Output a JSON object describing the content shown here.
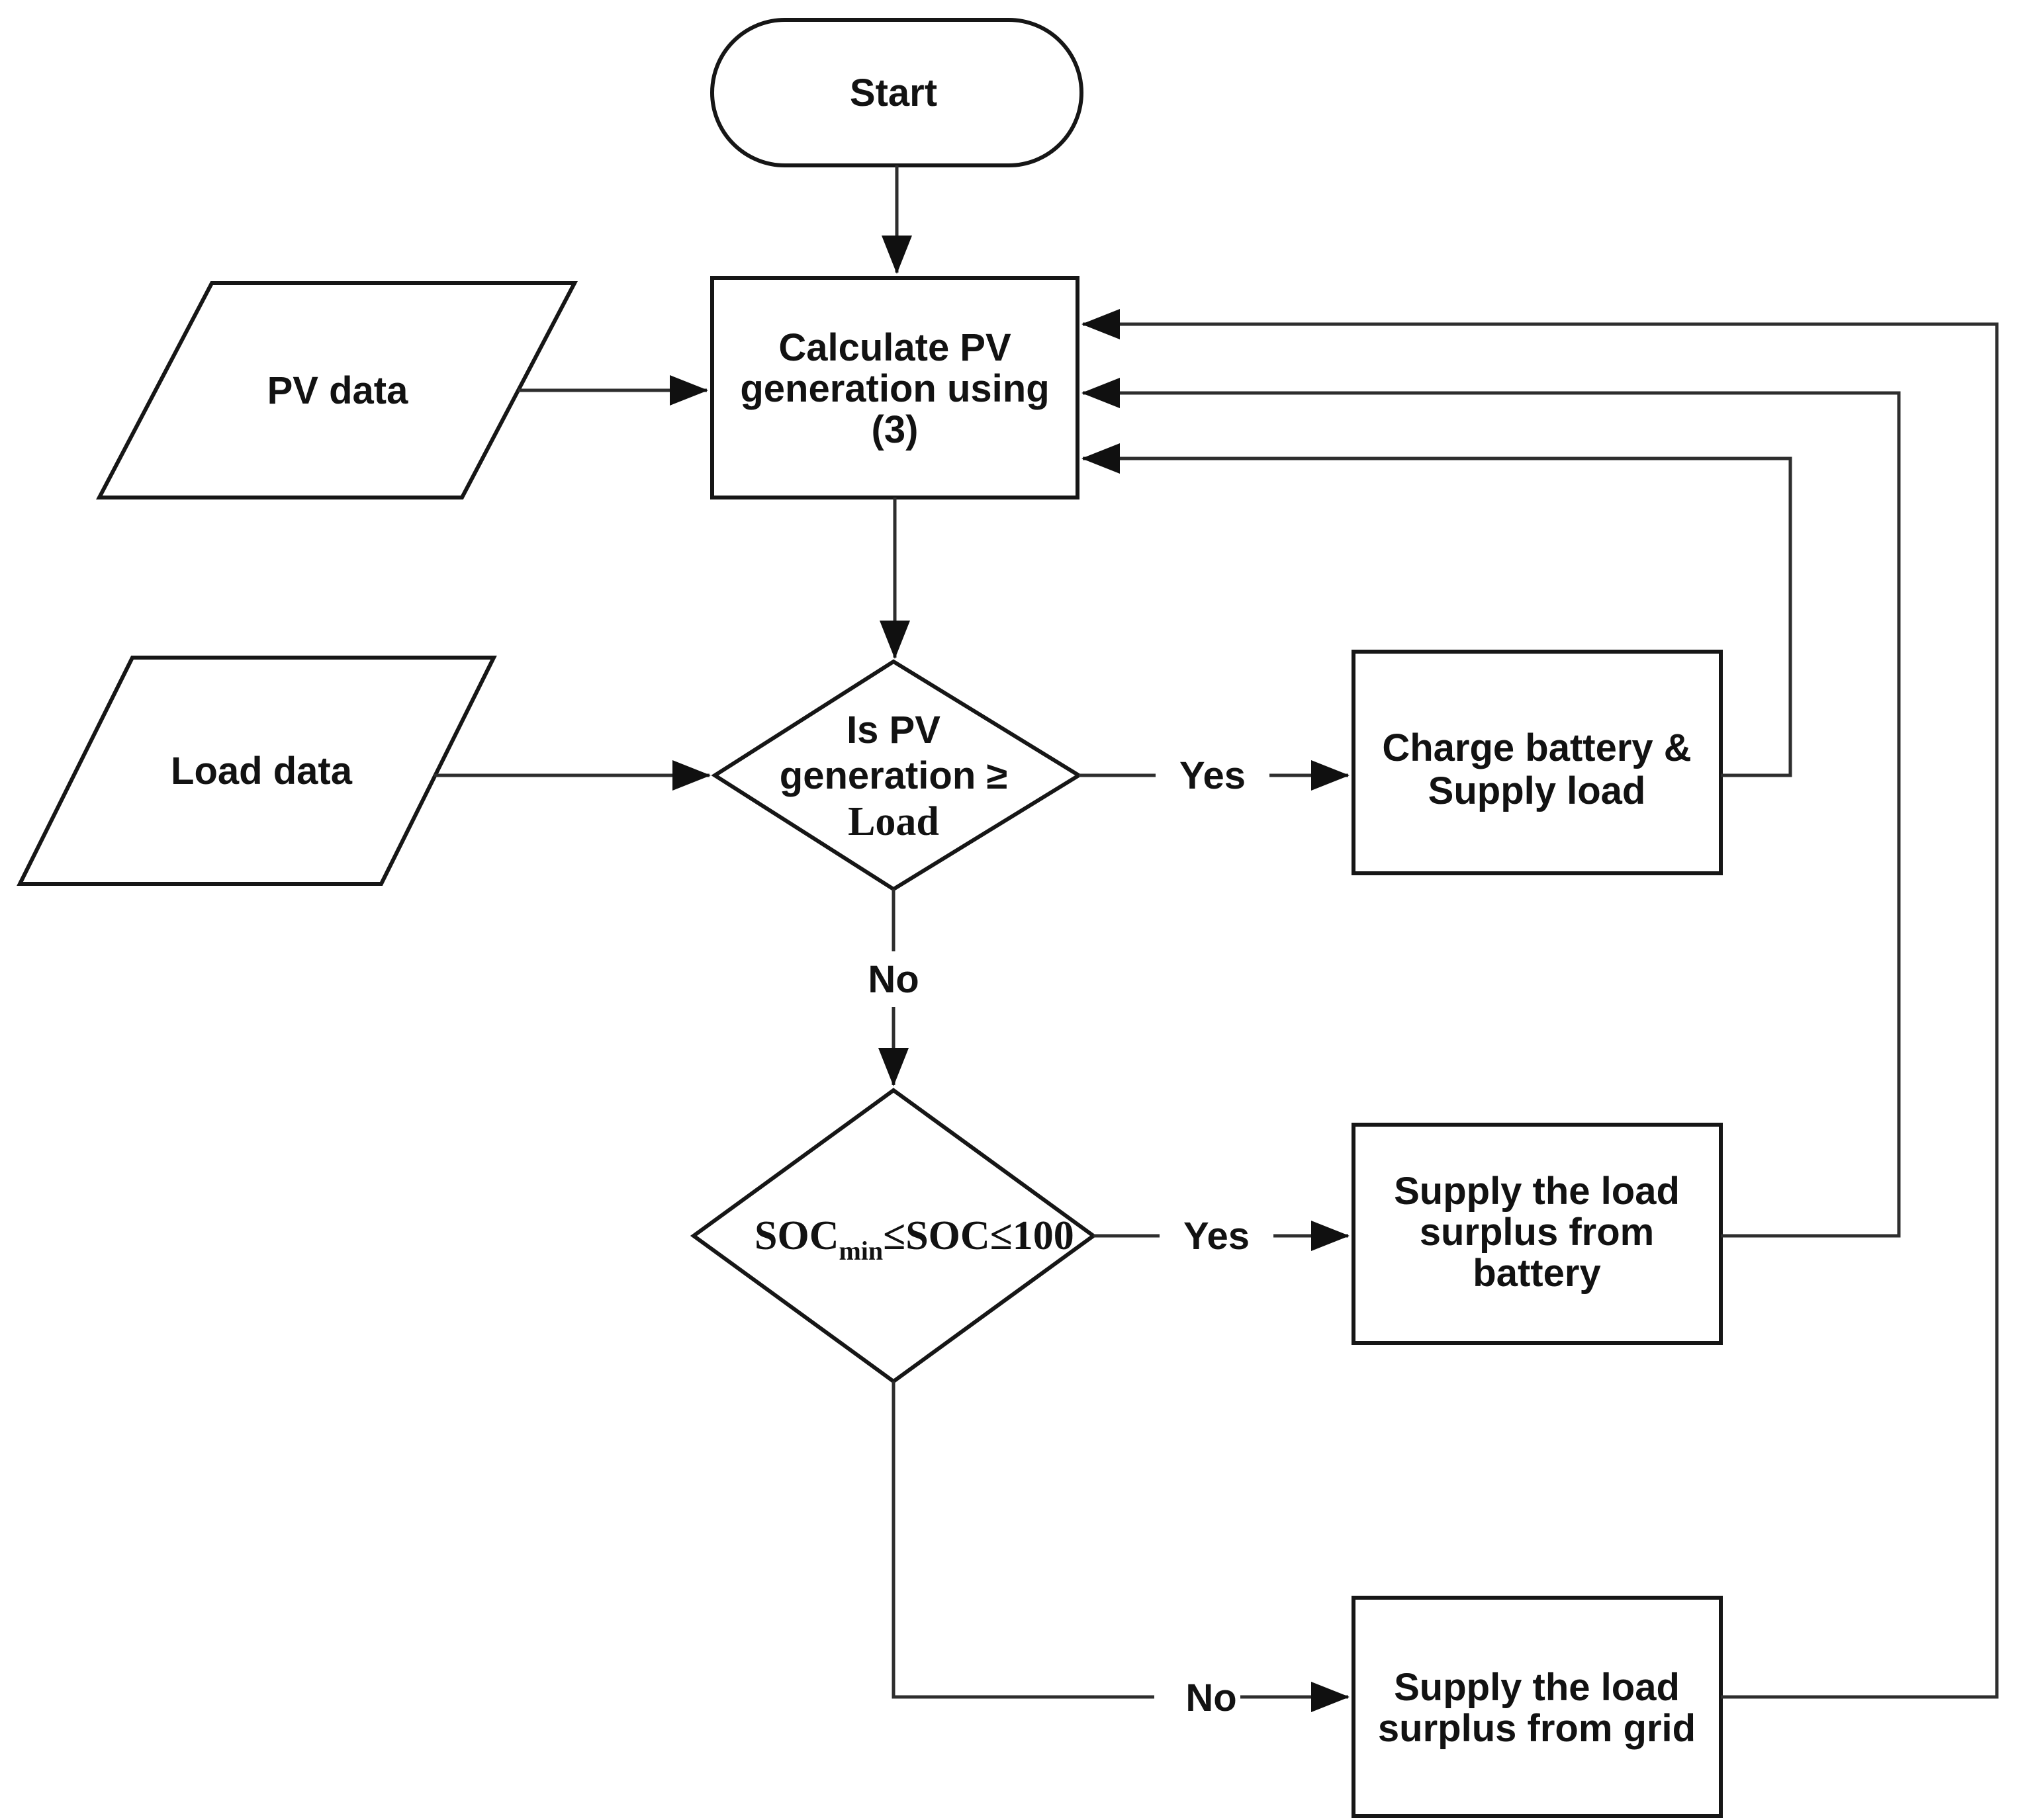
{
  "nodes": {
    "start": {
      "label": "Start"
    },
    "pv_data": {
      "label": "PV data"
    },
    "calculate": {
      "lines": [
        "Calculate PV",
        "generation using",
        "(3)"
      ]
    },
    "load_data": {
      "label": "Load data"
    },
    "decision_pv": {
      "lines": [
        "Is PV",
        "generation ≥",
        "Load"
      ]
    },
    "charge_battery": {
      "lines": [
        "Charge battery &",
        "Supply load"
      ]
    },
    "decision_soc": {
      "prefix": "SOC",
      "subscript": "min",
      "suffix": "≤SOC≤100"
    },
    "battery_surplus": {
      "lines": [
        "Supply the load",
        "surplus from",
        "battery"
      ]
    },
    "grid_surplus": {
      "lines": [
        "Supply the load",
        "surplus from grid"
      ]
    }
  },
  "edges": {
    "yes_pv": "Yes",
    "no_pv": "No",
    "yes_soc": "Yes",
    "no_soc": "No"
  },
  "colors": {
    "background": "#ffffff",
    "shape_border": "#161616",
    "connector": "#2e2e2e",
    "text": "#121212"
  }
}
